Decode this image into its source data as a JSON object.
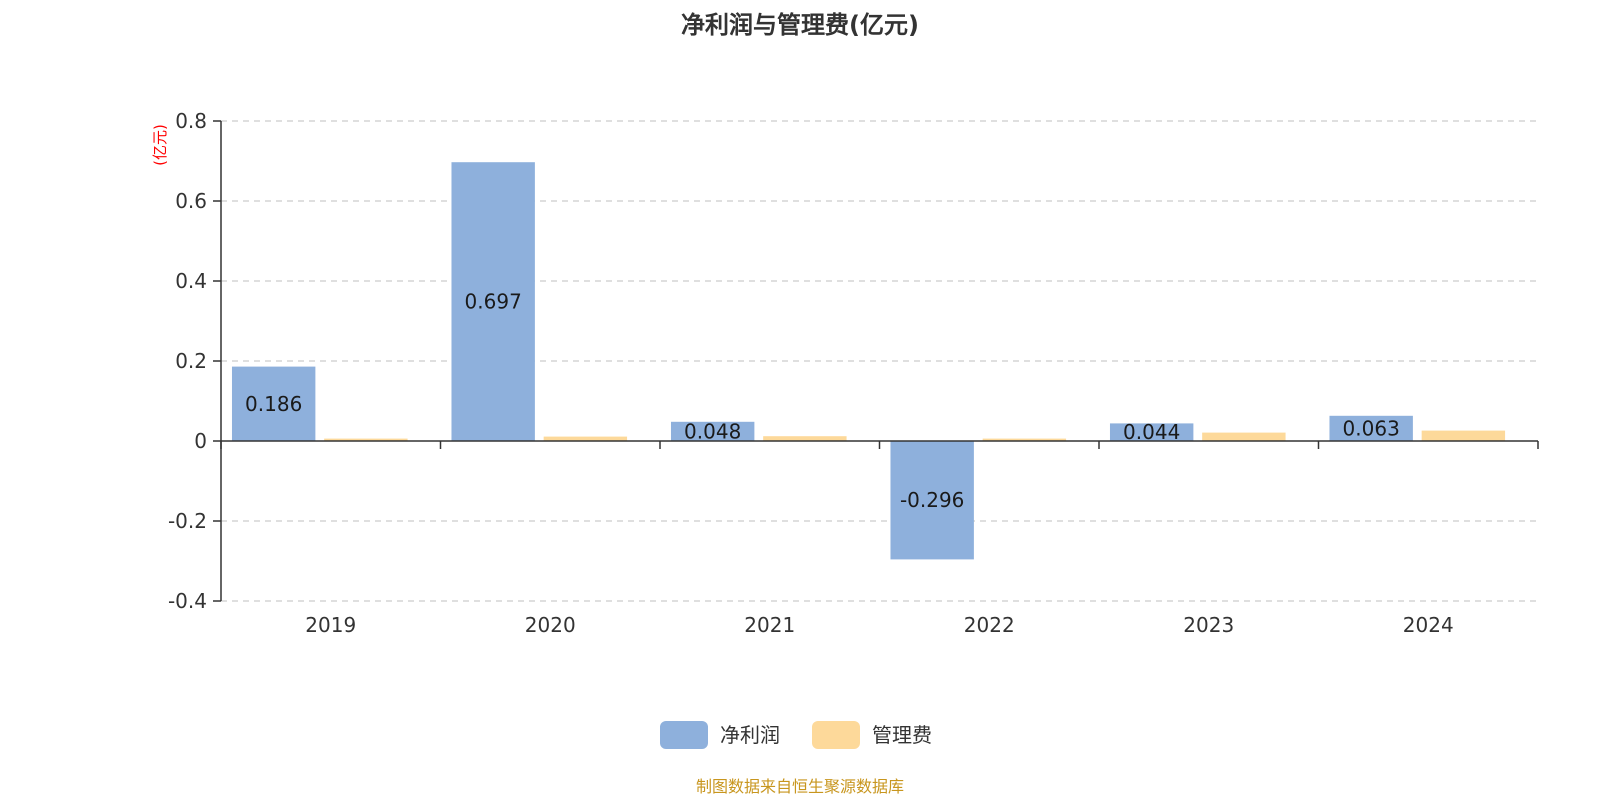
{
  "chart_data": {
    "type": "bar",
    "title": "净利润与管理费(亿元)",
    "ylabel": "(亿元)",
    "xlabel": "",
    "categories": [
      "2019",
      "2020",
      "2021",
      "2022",
      "2023",
      "2024"
    ],
    "series": [
      {
        "name": "净利润",
        "color": "#8eb0dc",
        "values": [
          0.186,
          0.697,
          0.048,
          -0.296,
          0.044,
          0.063
        ],
        "labels": [
          "0.186",
          "0.697",
          "0.048",
          "-0.296",
          "0.044",
          "0.063"
        ]
      },
      {
        "name": "管理费",
        "color": "#fdd99a",
        "values": [
          0.006,
          0.011,
          0.012,
          0.006,
          0.021,
          0.026
        ],
        "labels": []
      }
    ],
    "ylim": [
      -0.4,
      0.8
    ],
    "yticks": [
      -0.4,
      -0.2,
      0,
      0.2,
      0.4,
      0.6,
      0.8
    ],
    "ytick_labels": [
      "-0.4",
      "-0.2",
      "0",
      "0.2",
      "0.4",
      "0.6",
      "0.8"
    ],
    "grid": true,
    "legend_position": "bottom-center",
    "source": "制图数据来自恒生聚源数据库"
  }
}
